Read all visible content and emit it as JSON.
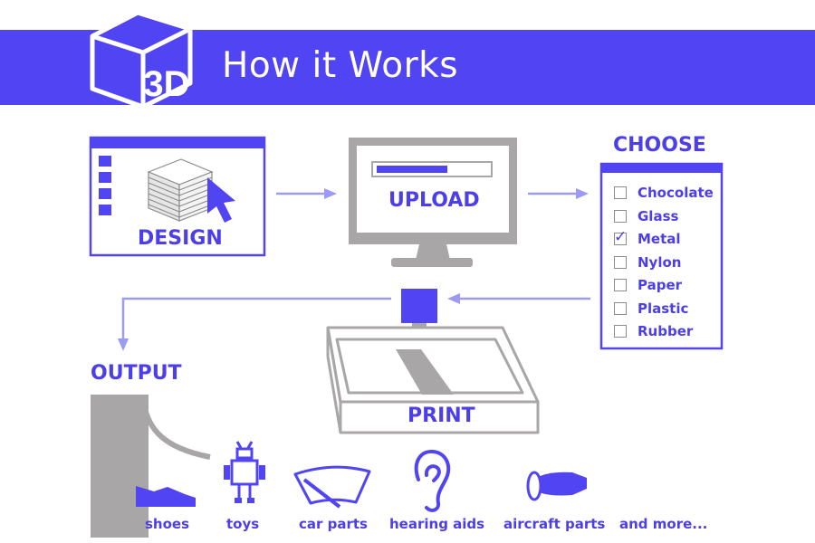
{
  "header": {
    "logo_text": "3D",
    "title": "How it Works",
    "color": "#5144f2"
  },
  "steps": {
    "design": "DESIGN",
    "upload": "UPLOAD",
    "choose": "CHOOSE",
    "print": "PRINT",
    "output": "OUTPUT"
  },
  "materials": [
    {
      "label": "Chocolate",
      "checked": false
    },
    {
      "label": "Glass",
      "checked": false
    },
    {
      "label": "Metal",
      "checked": true
    },
    {
      "label": "Nylon",
      "checked": false
    },
    {
      "label": "Paper",
      "checked": false
    },
    {
      "label": "Plastic",
      "checked": false
    },
    {
      "label": "Rubber",
      "checked": false
    }
  ],
  "outputs": {
    "shoes": "shoes",
    "toys": "toys",
    "car_parts": "car parts",
    "hearing_aids": "hearing aids",
    "aircraft_parts": "aircraft parts",
    "more": "and more..."
  },
  "icons": [
    "3d-cube-logo-icon",
    "design-window-icon",
    "cursor-arrow-icon",
    "monitor-icon",
    "progress-bar-icon",
    "printer-tray-icon",
    "print-head-icon",
    "shoe-icon",
    "robot-toy-icon",
    "wiper-icon",
    "ear-icon",
    "jet-engine-icon"
  ],
  "colors": {
    "accent": "#4c3ee8",
    "arrow": "#9d9af4",
    "gray": "#a9a6a8"
  }
}
